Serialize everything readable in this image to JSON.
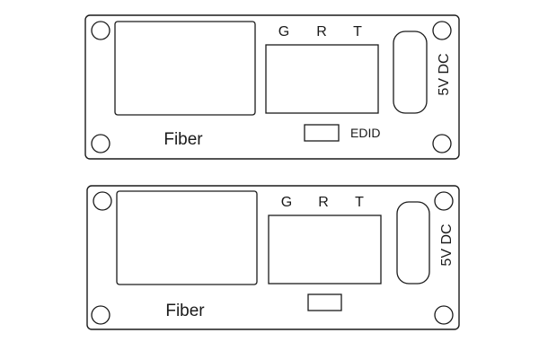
{
  "panels": [
    {
      "pins": [
        "G",
        "R",
        "T"
      ],
      "fiber_label": "Fiber",
      "power_label": "5V DC",
      "edid_label": "EDID"
    },
    {
      "pins": [
        "G",
        "R",
        "T"
      ],
      "fiber_label": "Fiber",
      "power_label": "5V DC",
      "edid_label": ""
    }
  ],
  "colors": {
    "stroke": "#1a1a1a",
    "background": "#ffffff"
  }
}
